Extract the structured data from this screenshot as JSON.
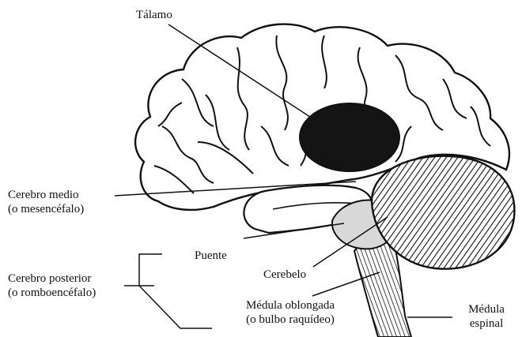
{
  "labels": {
    "thalamus": "Tálamo",
    "midbrain_1": "Cerebro medio",
    "midbrain_2": "(o mesencéfalo)",
    "pons": "Puente",
    "cerebellum": "Cerebelo",
    "hindbrain_1": "Cerebro posterior",
    "hindbrain_2": "(o romboencéfalo)",
    "medulla_1": "Médula oblongada",
    "medulla_2": "(o bulbo raquídeo)",
    "spinal_1": "Médula",
    "spinal_2": "espinal"
  },
  "colors": {
    "ink": "#111111",
    "paper": "#ffffff"
  }
}
